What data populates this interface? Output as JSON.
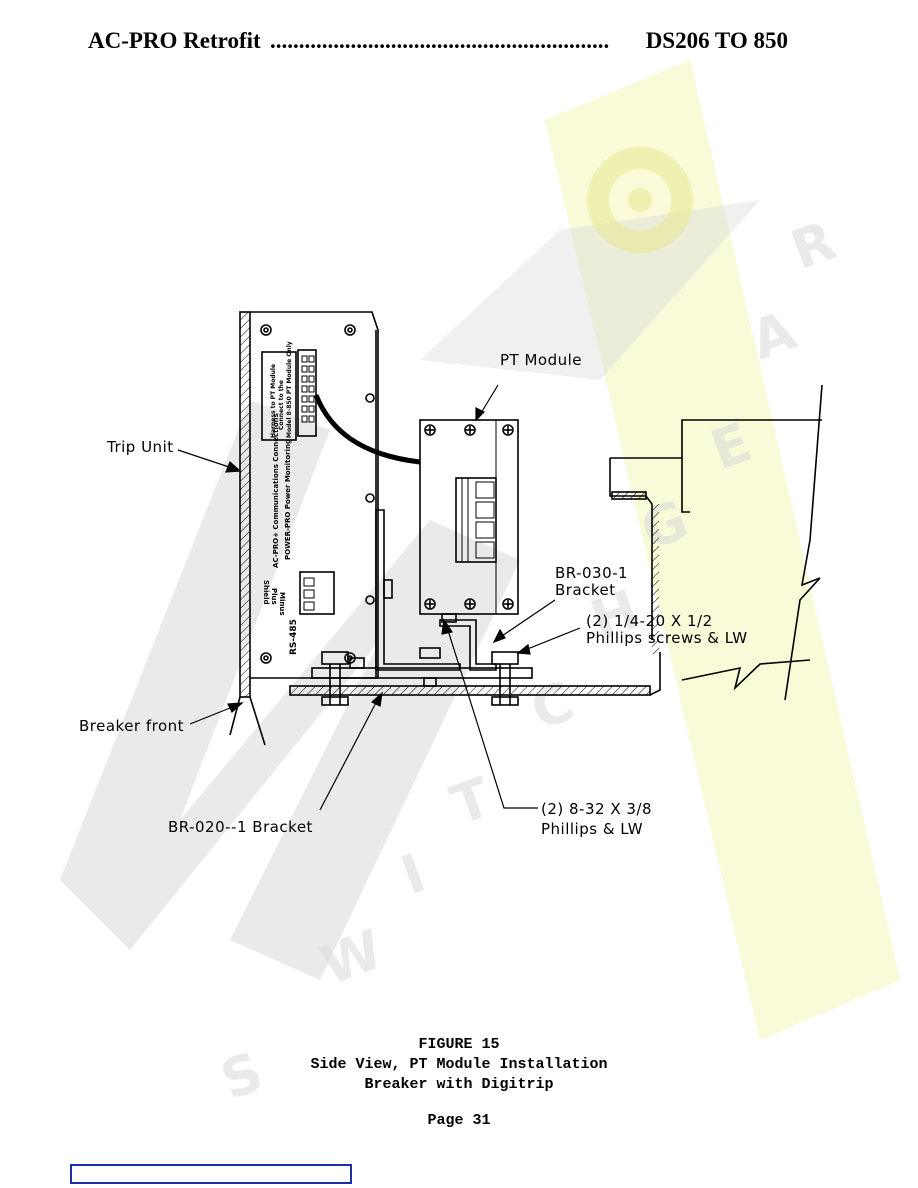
{
  "header": {
    "left": "AC-PRO Retrofit",
    "leader": "...........................................................................",
    "right": "DS206 TO 850"
  },
  "labels": {
    "pt_module": "PT Module",
    "trip_unit": "Trip Unit",
    "br030_line1": "BR-030-1",
    "br030_line2": "Bracket",
    "screws_line1": "(2) 1/4-20 X 1/2",
    "screws_line2": "Phillips screws & LW",
    "breaker_front": "Breaker front",
    "br020": "BR-020--1 Bracket",
    "phillips_line1": "(2) 8-32 X 3/8",
    "phillips_line2": "Phillips & LW"
  },
  "trip_unit_panel": {
    "harness_line1": "Harness to PT Module",
    "harness_line2": "Connect to the",
    "harness_line3": "Model 8-850 PT Module Only",
    "comm_line1": "AC-PRO+ Communications Connections",
    "comm_line2": "POWER-PRO Power Monitoring",
    "rs485": "RS-485",
    "shield": "Shield",
    "plus": "Plus",
    "minus": "Minus"
  },
  "caption": {
    "figure": "FIGURE 15",
    "title1": "Side View, PT Module Installation",
    "title2": "Breaker with Digitrip"
  },
  "page": "Page 31",
  "watermark": {
    "letters": [
      "S",
      "W",
      "I",
      "T",
      "C",
      "H",
      "G",
      "E",
      "A",
      "R"
    ],
    "colors": {
      "gray": "#d9d9d9",
      "yellow": "#f4f6b8"
    }
  }
}
